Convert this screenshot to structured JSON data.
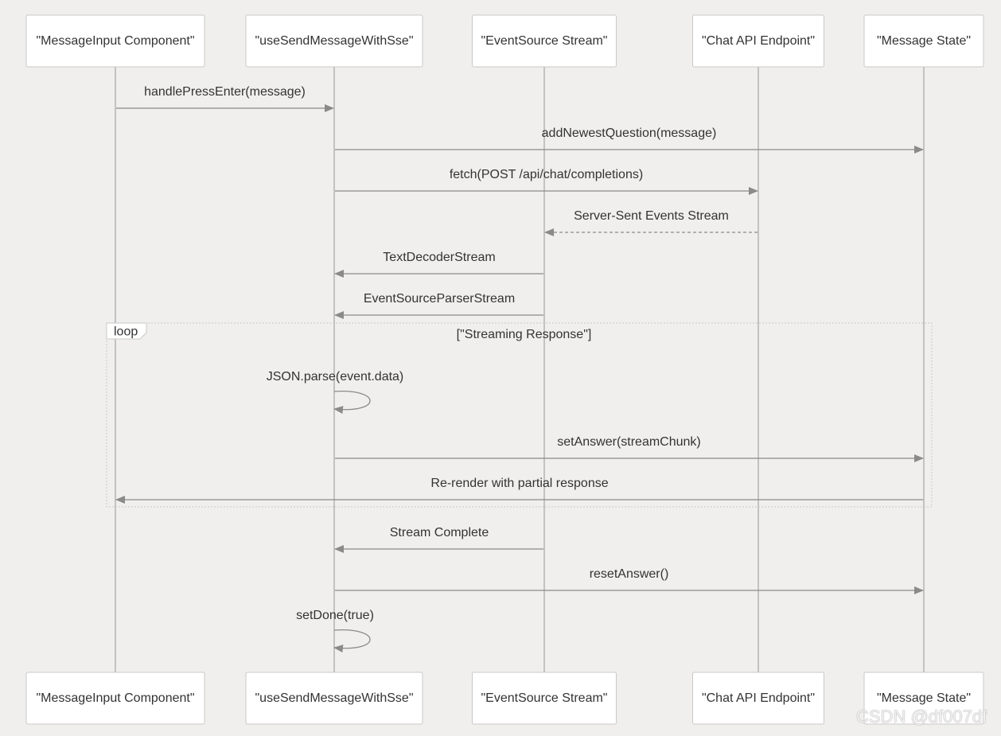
{
  "participants": [
    {
      "id": "input",
      "label": "\"MessageInput Component\""
    },
    {
      "id": "hook",
      "label": "\"useSendMessageWithSse\""
    },
    {
      "id": "stream",
      "label": "\"EventSource Stream\""
    },
    {
      "id": "api",
      "label": "\"Chat API Endpoint\""
    },
    {
      "id": "state",
      "label": "\"Message State\""
    }
  ],
  "messages": [
    {
      "from": "input",
      "to": "hook",
      "label": "handlePressEnter(message)",
      "style": "solid"
    },
    {
      "from": "hook",
      "to": "state",
      "label": "addNewestQuestion(message)",
      "style": "solid"
    },
    {
      "from": "hook",
      "to": "api",
      "label": "fetch(POST /api/chat/completions)",
      "style": "solid"
    },
    {
      "from": "api",
      "to": "stream",
      "label": "Server-Sent Events Stream",
      "style": "dashed"
    },
    {
      "from": "stream",
      "to": "hook",
      "label": "TextDecoderStream",
      "style": "solid"
    },
    {
      "from": "stream",
      "to": "hook",
      "label": "EventSourceParserStream",
      "style": "solid"
    },
    {
      "from": "hook",
      "to": "hook",
      "label": "JSON.parse(event.data)",
      "style": "self"
    },
    {
      "from": "hook",
      "to": "state",
      "label": "setAnswer(streamChunk)",
      "style": "solid"
    },
    {
      "from": "state",
      "to": "input",
      "label": "Re-render with partial response",
      "style": "solid"
    },
    {
      "from": "stream",
      "to": "hook",
      "label": "Stream Complete",
      "style": "solid"
    },
    {
      "from": "hook",
      "to": "state",
      "label": "resetAnswer()",
      "style": "solid"
    },
    {
      "from": "hook",
      "to": "hook",
      "label": "setDone(true)",
      "style": "self"
    }
  ],
  "loop": {
    "tag": "loop",
    "condition": "[\"Streaming Response\"]",
    "first_message": 6,
    "last_message": 8
  },
  "watermark": "CSDN @df007df",
  "colors": {
    "background": "#f0efed",
    "actor_fill": "#ffffff",
    "actor_border": "#c9c9c9",
    "line": "#8a8a8a",
    "lifeline": "#b3b3b3",
    "text": "#333333"
  }
}
